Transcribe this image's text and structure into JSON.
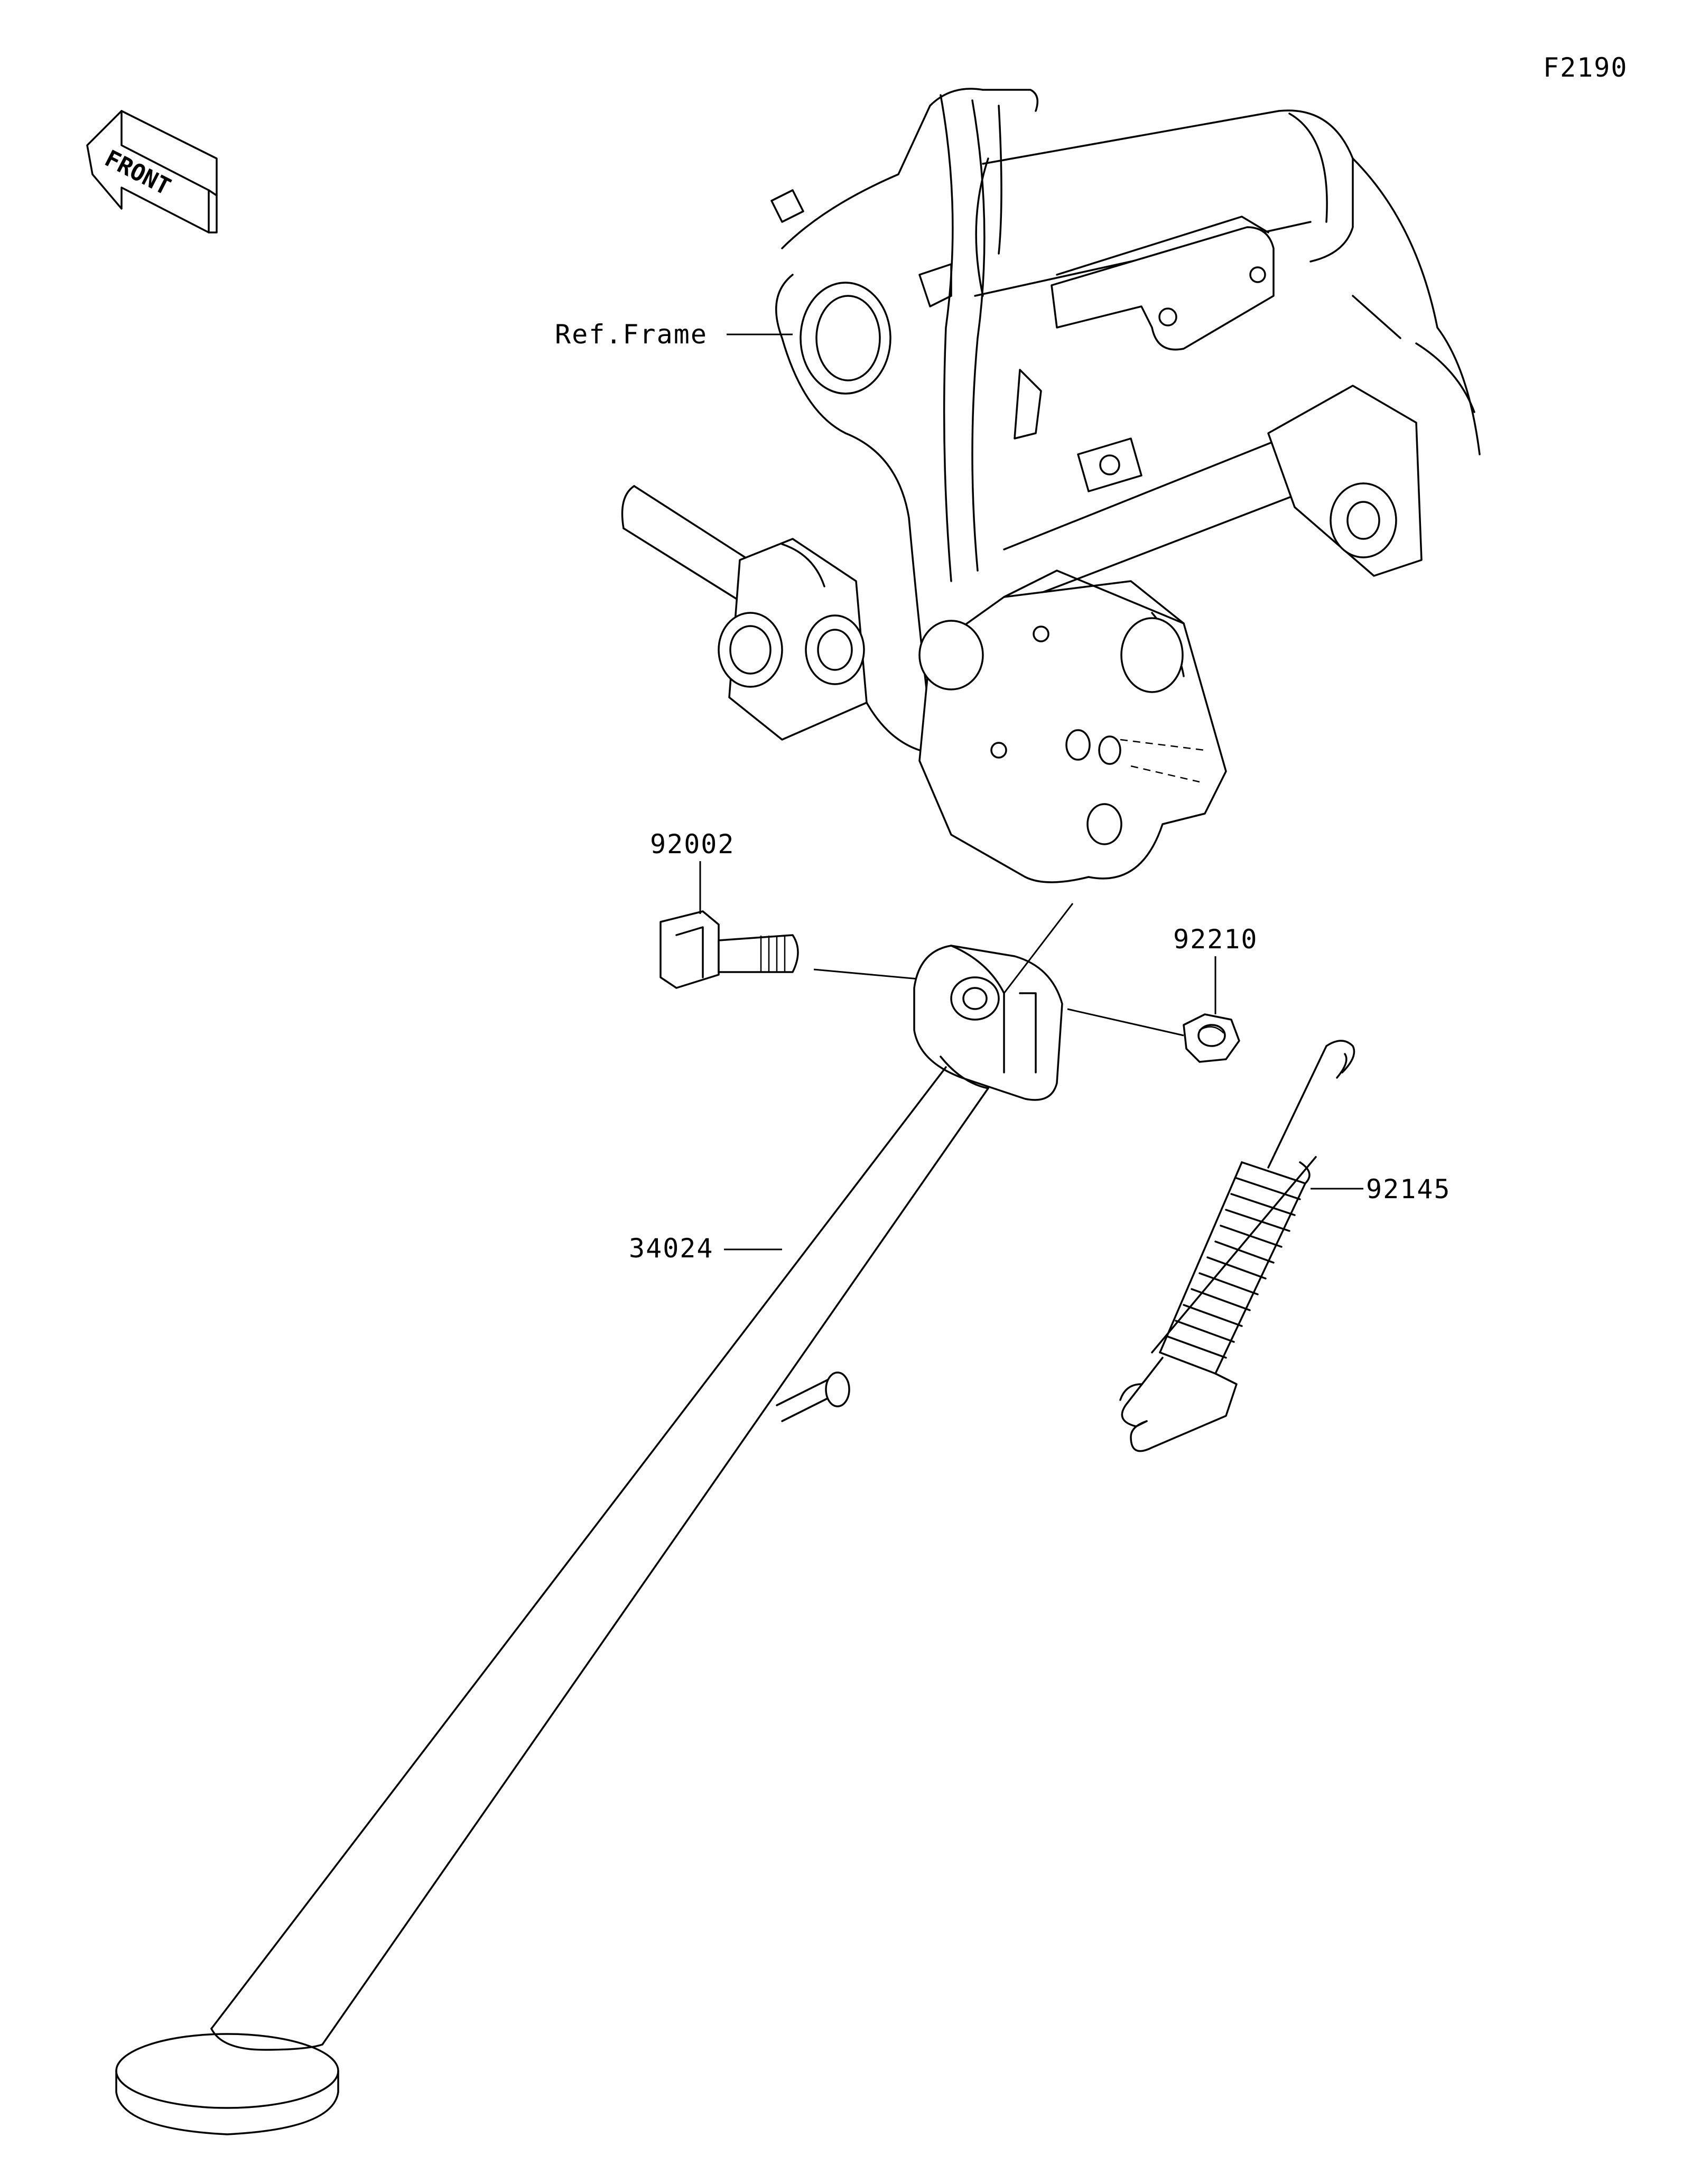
{
  "figure_code": "F2190",
  "direction_badge": {
    "text": "FRONT",
    "icon": "front-arrow-icon"
  },
  "callouts": {
    "ref_frame": "Ref.Frame",
    "bolt": "92002",
    "nut": "92210",
    "spring": "92145",
    "side_stand": "34024"
  }
}
